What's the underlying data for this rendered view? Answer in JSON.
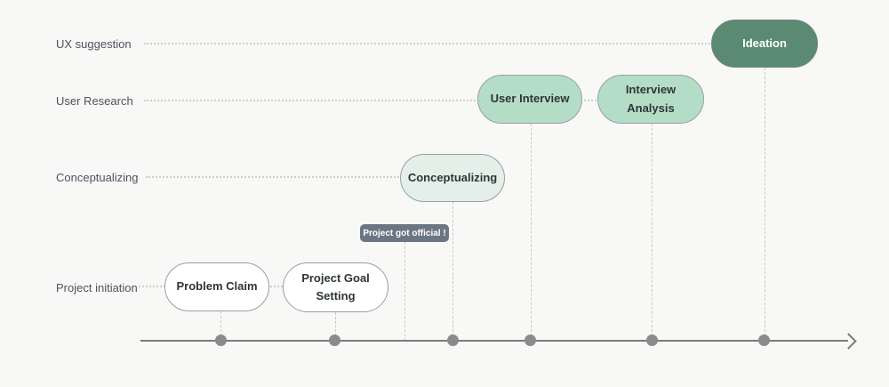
{
  "rows": [
    {
      "label": "UX suggestion"
    },
    {
      "label": "User Research"
    },
    {
      "label": "Conceptualizing"
    },
    {
      "label": "Project initiation"
    }
  ],
  "milestones": [
    {
      "label": "Problem Claim",
      "row": "Project initiation",
      "tier": "white"
    },
    {
      "label": "Project Goal Setting",
      "row": "Project initiation",
      "tier": "white"
    },
    {
      "label": "Conceptualizing",
      "row": "Conceptualizing",
      "tier": "mint-lightest"
    },
    {
      "label": "User Interview",
      "row": "User Research",
      "tier": "mint"
    },
    {
      "label": "Interview Analysis",
      "row": "User Research",
      "tier": "mint"
    },
    {
      "label": "Ideation",
      "row": "UX suggestion",
      "tier": "green-dark"
    }
  ],
  "annotation": {
    "label": "Project got official !"
  },
  "colors": {
    "background": "#f8f8f6",
    "pill_white": "#ffffff",
    "pill_mint_lightest": "#e4efe9",
    "pill_mint": "#b4ddc7",
    "pill_green_dark": "#5b8a72",
    "badge_bg": "#6b7684",
    "axis": "#7b7b7b",
    "dot": "#8b8b8b",
    "dashed_line": "#c6caca",
    "label_text": "#4b545c",
    "pill_text": "#2e3538"
  }
}
